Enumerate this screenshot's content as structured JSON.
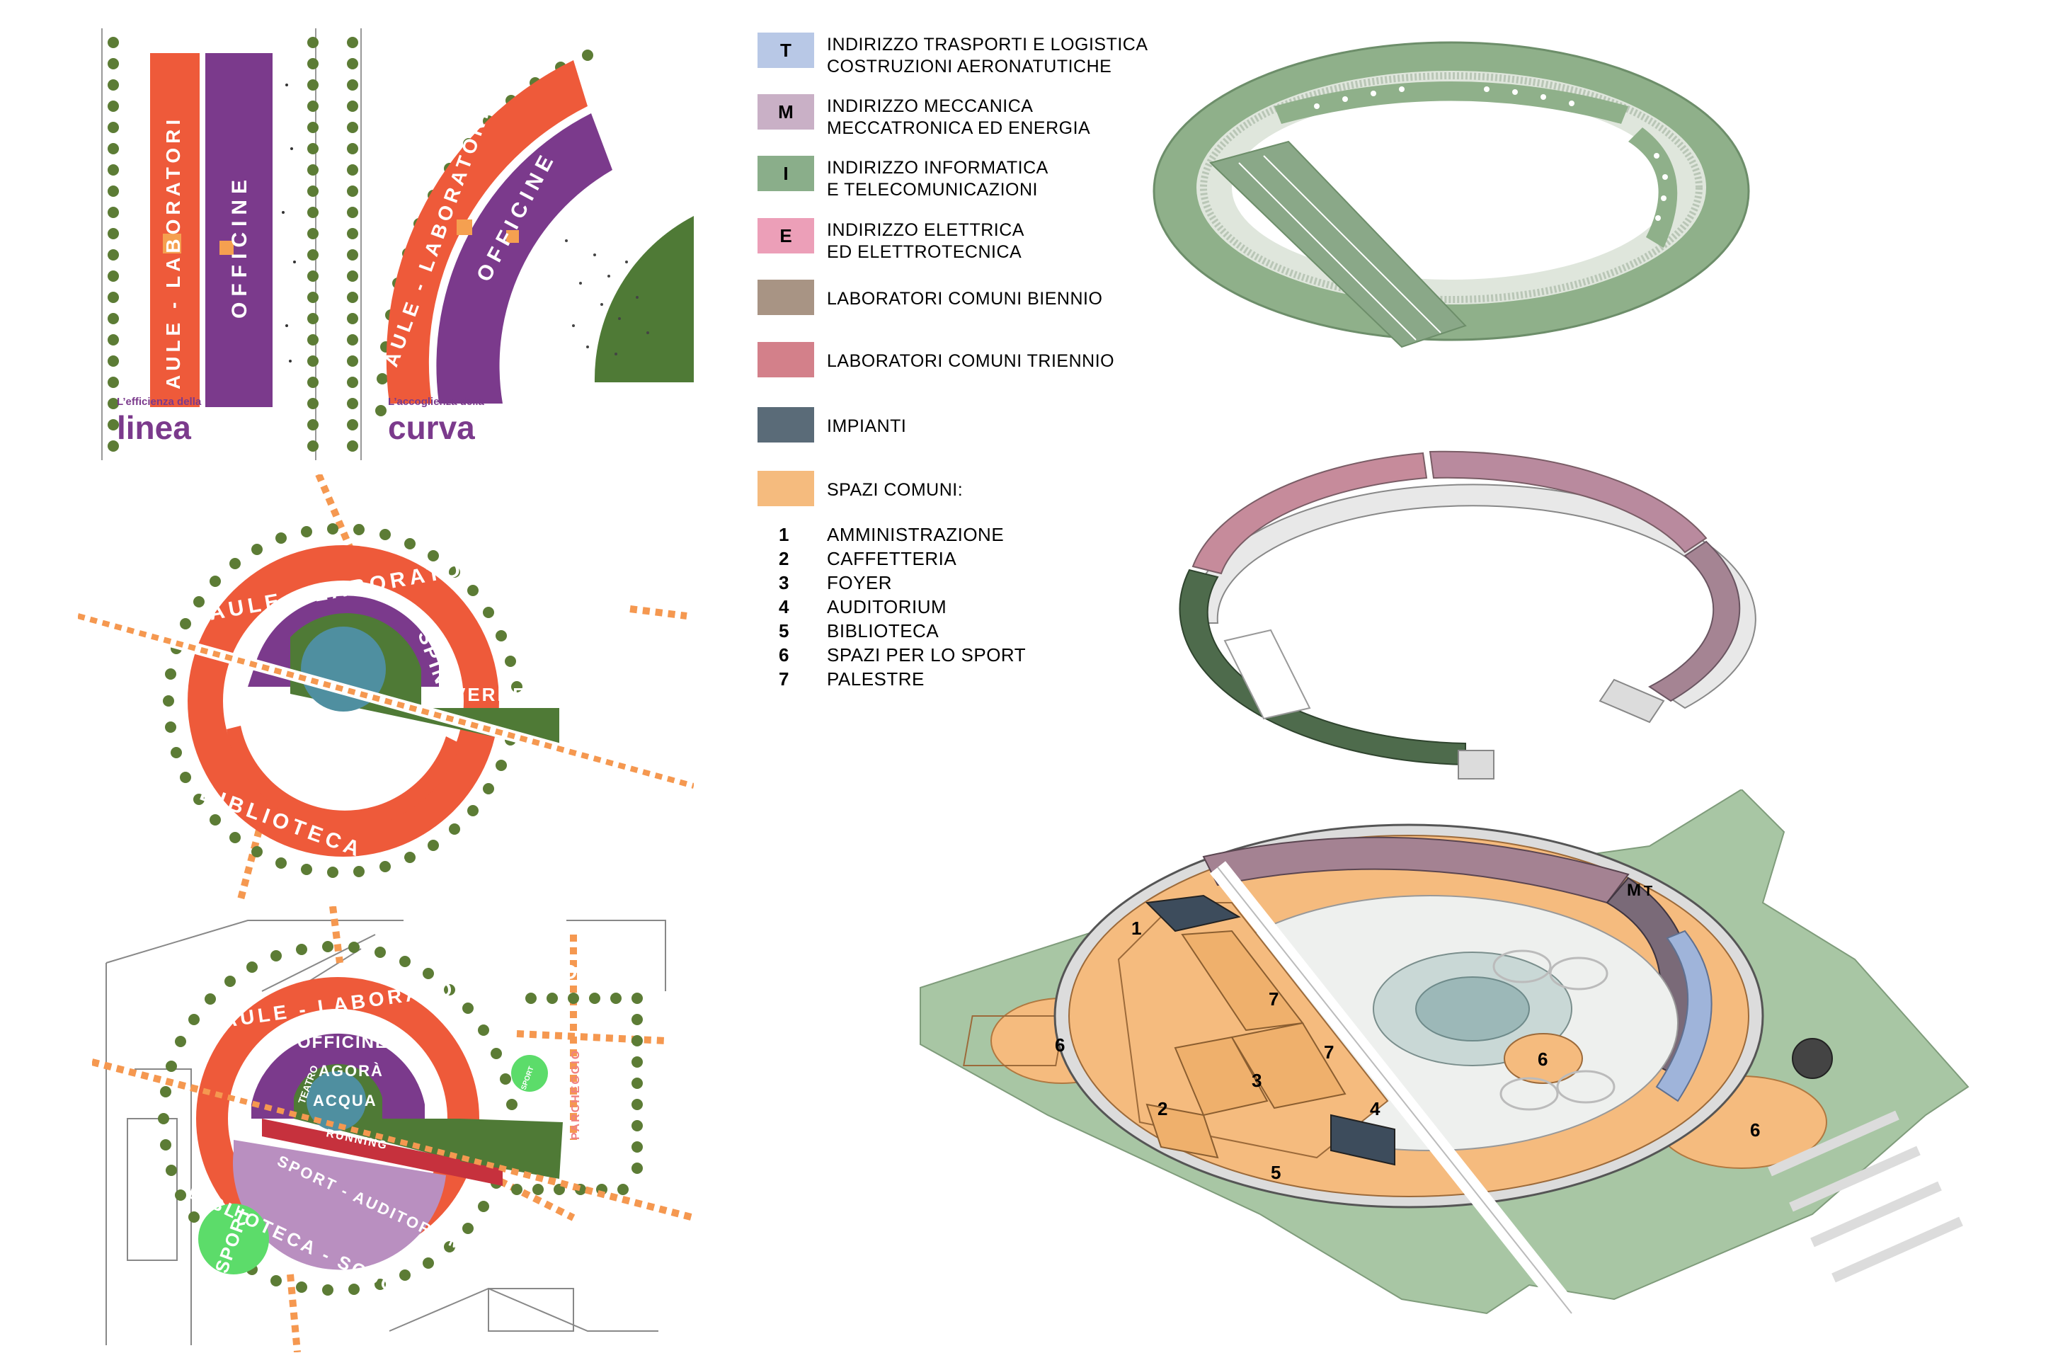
{
  "concepts": {
    "linea": {
      "caption": "L’efficienza della",
      "word": "linea",
      "band1": "AULE - LABORATORI",
      "band2": "OFFICINE"
    },
    "curva": {
      "caption": "L’accoglienza della",
      "word": "curva",
      "band1": "AULE - LABORATORI",
      "band2": "OFFICINE"
    }
  },
  "diagram_circle": {
    "outer_top": "AULE - LABORATORI - SCUOLA",
    "outer_bottom": "BIBLIOTECA - SCUOLA",
    "spina": "SPINA",
    "verde": "VERDE"
  },
  "diagram_site": {
    "outer_top": "AULE - LABORATORI - SCUOLA",
    "officine": "OFFICINE",
    "agora": "AGORÀ",
    "teatro": "TEATRO",
    "acqua": "ACQUA",
    "running": "RUNNING",
    "sport_auditorium": "SPORT - AUDITORIUM",
    "outer_bottom": "BIBLIOTECA - SCUOLA",
    "sport": "SPORT",
    "small_green": "SPORT",
    "parcheggio": "PARCHEGGIO"
  },
  "legend": {
    "items": [
      {
        "code": "T",
        "text": "INDIRIZZO TRASPORTI E LOGISTICA\nCOSTRUZIONI AERONATUTICHE",
        "color": "#b8c8e6"
      },
      {
        "code": "M",
        "text": "INDIRIZZO MECCANICA\nMECCATRONICA ED ENERGIA",
        "color": "#c9b0c6"
      },
      {
        "code": "I",
        "text": "INDIRIZZO INFORMATICA\nE TELECOMUNICAZIONI",
        "color": "#8aae8a"
      },
      {
        "code": "E",
        "text": "INDIRIZZO ELETTRICA\nED ELETTROTECNICA",
        "color": "#ec9fb8"
      },
      {
        "code": "",
        "text": "LABORATORI COMUNI BIENNIO",
        "color": "#a89484"
      },
      {
        "code": "",
        "text": "LABORATORI COMUNI TRIENNIO",
        "color": "#d3808a"
      },
      {
        "code": "",
        "text": "IMPIANTI",
        "color": "#5a6b78"
      },
      {
        "code": "",
        "text": "SPAZI COMUNI:",
        "color": "#f5bb7e"
      }
    ],
    "numbered": [
      {
        "n": "1",
        "label": "AMMINISTRAZIONE"
      },
      {
        "n": "2",
        "label": "CAFFETTERIA"
      },
      {
        "n": "3",
        "label": "FOYER"
      },
      {
        "n": "4",
        "label": "AUDITORIUM"
      },
      {
        "n": "5",
        "label": "BIBLIOTECA"
      },
      {
        "n": "6",
        "label": "SPAZI PER LO SPORT"
      },
      {
        "n": "7",
        "label": "PALESTRE"
      }
    ]
  },
  "axonometric": {
    "labels": [
      "1",
      "2",
      "3",
      "4",
      "5",
      "6",
      "6",
      "6",
      "7",
      "7"
    ],
    "tag_m": "M",
    "tag_t": "T"
  },
  "colors": {
    "orange": "#ee5a3a",
    "purple": "#7b3a8c",
    "green": "#4f7a36",
    "tree": "#5c7c35",
    "water": "#4f8fa0",
    "light_purple": "#b98fc0",
    "sport_green": "#5cdc6a",
    "dash_orange": "#f59850"
  }
}
